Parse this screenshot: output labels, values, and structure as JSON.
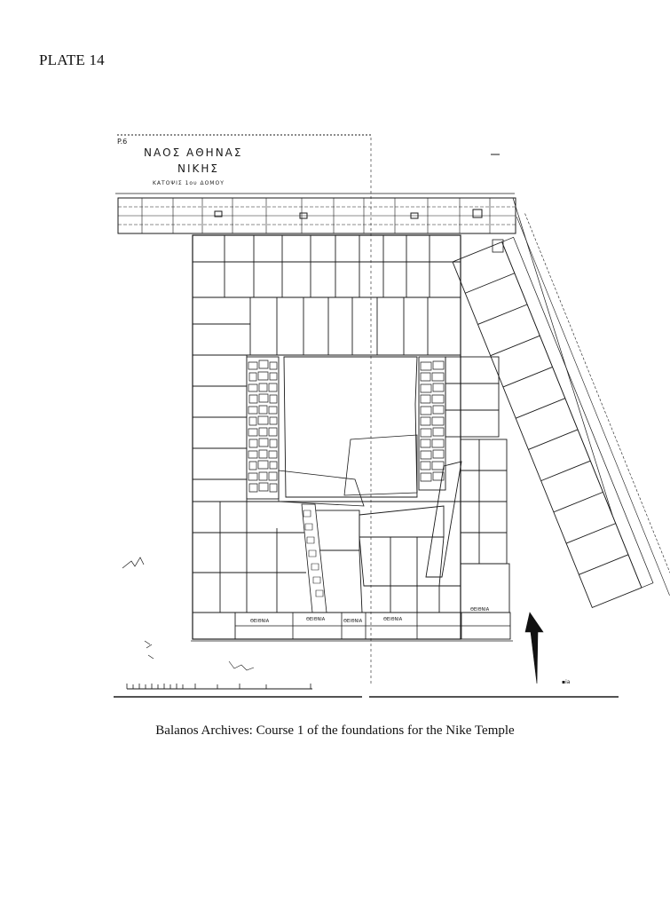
{
  "page": {
    "plate_label": "PLATE 14",
    "caption": "Balanos Archives: Course 1 of the foundations for the Nike Temple"
  },
  "drawing": {
    "sheet_code": "P.6",
    "title_line1": "ΝΑΟΣ ΑΘΗΝΑΣ",
    "title_line2": "ΝΙΚΗΣ",
    "subtitle": "ΚΑΤΟΨΙΣ 1ου ΔΟΜΟΥ",
    "bottom_labels": [
      "ΘΕΙΘΝΙΑ",
      "ΘΕΙΘΝΙΑ",
      "ΘΕΙΘΝΙΑ",
      "ΘΕΙΘΝΙΑ",
      "ΘΕΙΘΝΙΑ"
    ],
    "ink_color": "#1a1a1a"
  }
}
